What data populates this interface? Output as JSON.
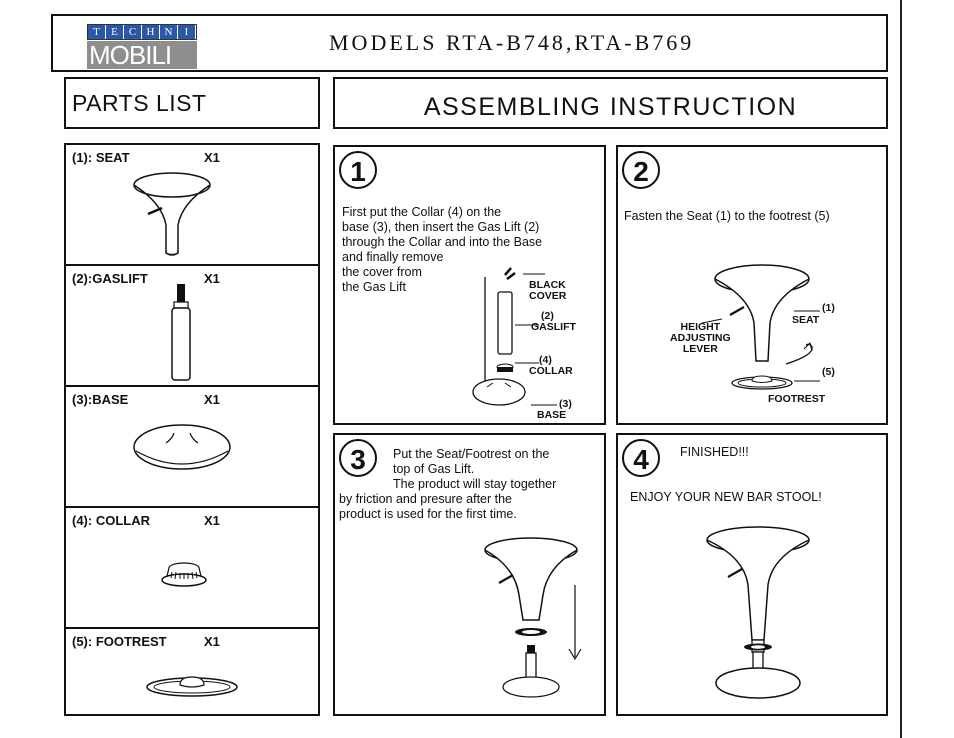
{
  "header": {
    "logo_top_letters": [
      "T",
      "E",
      "C",
      "H",
      "N",
      "I"
    ],
    "logo_bottom": "MOBILI",
    "models": "MODELS RTA-B748,RTA-B769"
  },
  "parts_list": {
    "title": "PARTS LIST",
    "parts": [
      {
        "name": "(1): SEAT",
        "qty": "X1"
      },
      {
        "name": "(2):GASLIFT",
        "qty": "X1"
      },
      {
        "name": "(3):BASE",
        "qty": "X1"
      },
      {
        "name": "(4): COLLAR",
        "qty": "X1"
      },
      {
        "name": "(5): FOOTREST",
        "qty": "X1"
      }
    ]
  },
  "instructions": {
    "title": "ASSEMBLING INSTRUCTION",
    "steps": [
      {
        "number": "1",
        "text_lines": [
          "First put the Collar (4) on the",
          "base (3), then insert the Gas Lift (2)",
          "through the Collar and into the Base",
          "and finally remove",
          "the cover from",
          "the Gas Lift"
        ],
        "labels": {
          "black_cover_1": "BLACK",
          "black_cover_2": "COVER",
          "gaslift_num": "(2)",
          "gaslift": "GASLIFT",
          "collar_num": "(4)",
          "collar": "COLLAR",
          "base_num": "(3)",
          "base": "BASE"
        }
      },
      {
        "number": "2",
        "text_lines": [
          "Fasten the Seat (1) to the footrest (5)"
        ],
        "labels": {
          "seat_num": "(1)",
          "seat": "SEAT",
          "height_1": "HEIGHT",
          "height_2": "ADJUSTING",
          "height_3": "LEVER",
          "footrest_num": "(5)",
          "footrest": "FOOTREST"
        }
      },
      {
        "number": "3",
        "text_lines": [
          "Put the Seat/Footrest on the",
          "top of Gas Lift.",
          "The product will stay together",
          "by friction and presure after the",
          "product is used for the first time."
        ]
      },
      {
        "number": "4",
        "text_lines": [
          "FINISHED!!!",
          "ENJOY YOUR NEW BAR STOOL!"
        ]
      }
    ]
  }
}
